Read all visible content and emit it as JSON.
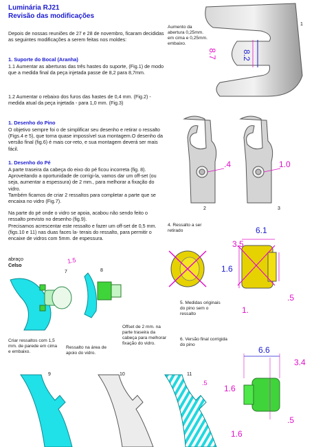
{
  "header": {
    "title_line1": "Luminária RJ21",
    "title_line2": "Revisão das modificações"
  },
  "intro": "Depois de nossas reuniões de 27 e 28 de novembro, ficaram decididas as seguintes modificações a serem feitas nos moldes:",
  "sections": [
    {
      "heading": "1. Suporte do Bocal (Aranha)",
      "paragraphs": [
        "1.1 Aumentar as aberturas das três hastes do suporte, (Fig.1) de modo que a medida final da peça injetada passe de 8,2 para 8,7mm.",
        "1.2  Aumentar o rebaixo dos furos das hastes de 0,4 mm. (Fig.2) - medida atual da peça injetada - para 1,0 mm. (Fig.3)"
      ]
    },
    {
      "heading": "1. Desenho do Pino",
      "paragraphs": [
        "O objetivo sempre foi o de simplificar seu desenho e retirar o ressalto (Figs.4 e 5), que torna quase impossível sua montagem.O desenho da versão final (fig.6) é mais cor-reto, e sua montagem deverá ser  mais fácil."
      ]
    },
    {
      "heading": "1. Desenho do Pé",
      "paragraphs": [
        "A parte traseira da cabeça do eixo do pé ficou incorreta (fig. 8). Aproveitando a oportunidade de corrigi-la, vamos dar um off-set (ou seja, aumentar a espessura) de 2 mm., para melhorar a fixação do vidro.",
        "Também ficamos de criar 2 ressaltos para completar a parte que se encaixa no vidro (Fig.7).",
        "Na parte do pé onde o vidro se apoia, acabou  não sendo feito o ressalto previsto no desenho (fig.9).",
        "Precisamos acrescentar este ressalto e fazer um off-set de 0,5 mm. (figs.10 e 11) nas duas faces la- terais do ressalto, para permitir o encaixe de vidros com 5mm. de espessura."
      ]
    }
  ],
  "signature": {
    "closing": "abraço",
    "name": "Celso"
  },
  "figures": {
    "fig1": {
      "number": "1",
      "note": "Aumento da abertura 0,25mm. em cima e 0,25mm. embaixo.",
      "dim_old": "8.2",
      "dim_new": "8.7"
    },
    "fig2": {
      "number": "2",
      "dim": ".4"
    },
    "fig3": {
      "number": "3",
      "dim": "1.0"
    },
    "fig4": {
      "note": "4. Ressalto a ser retirado"
    },
    "fig5": {
      "note": "5. Medidas originais do pino sem o ressalto",
      "dim_width": "6.1",
      "dim_top": "3.5",
      "dim_height": "1.6",
      "dim_small": ".5",
      "dim_bottom": "1."
    },
    "fig6": {
      "note": "6. Versão final corrigida do pino",
      "dim_width": "6.6",
      "dim_top": "3.4",
      "dim_height": "1.6",
      "dim_small": ".5",
      "dim_bottom": "1.6"
    },
    "fig7": {
      "number": "7",
      "dim": "1.5",
      "note": "Criar ressaltos com 1,5 mm. de parede em cima e embaixo."
    },
    "fig8": {
      "number": "8",
      "note": "Offset de 2 mm. na parte traseira da cabeça para melhorar fixação do vidro."
    },
    "fig9": {
      "number": "9",
      "note": "Ressalto na área de apoio do vidro."
    },
    "fig10": {
      "number": "10"
    },
    "fig11": {
      "number": "11",
      "dim": ".5"
    }
  }
}
